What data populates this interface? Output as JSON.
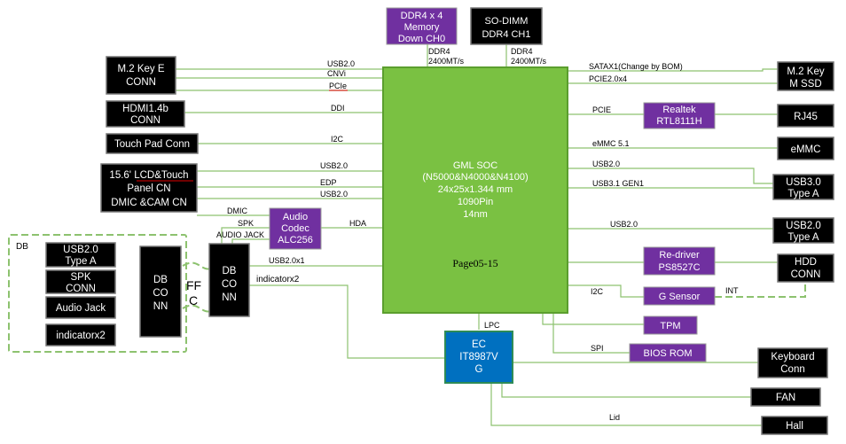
{
  "soc": {
    "title": "GML  SOC",
    "models": "(N5000&N4000&N4100)",
    "package": "24x25x1.344 mm",
    "pins": "1090Pin",
    "process": "14nm",
    "page": "Page05-15"
  },
  "memory": {
    "down_l1": "DDR4 x 4",
    "down_l2": "Memory",
    "down_l3": "Down CH0",
    "sodimm_l1": "SO-DIMM",
    "sodimm_l2": "DDR4 CH1",
    "bus_a_l1": "DDR4",
    "bus_a_l2": "2400MT/s",
    "bus_b_l1": "DDR4",
    "bus_b_l2": "2400MT/s"
  },
  "left": {
    "m2e_l1": "M.2 Key E",
    "m2e_l2": "CONN",
    "usb20": "USB2.0",
    "cnvi": "CNVi",
    "pcie": "PCIe",
    "hdmi_l1": "HDMI1.4b",
    "hdmi_l2": "CONN",
    "ddi": "DDI",
    "touchpad": "Touch Pad Conn",
    "i2c": "I2C",
    "lcd_l1a": "15.6' ",
    "lcd_l1b": "LCD&Touch",
    "lcd_l2": "Panel CN",
    "lcd_l3": "DMIC  &CAM CN",
    "lcd_usb_a": "USB2.0",
    "edp": "EDP",
    "lcd_usb_b": "USB2.0",
    "dmic": "DMIC",
    "spk": "SPK",
    "audio_jack_sig": "AUDIO JACK",
    "codec_l1": "Audio",
    "codec_l2": "Codec",
    "codec_l3": "ALC256",
    "hda": "HDA",
    "usb20x1": "USB2.0x1",
    "indicator_sig": "indicatorx2"
  },
  "db": {
    "label": "DB",
    "usb_l1": "USB2.0",
    "usb_l2": "Type A",
    "spk_l1": "SPK",
    "spk_l2": "CONN",
    "audio_jack": "Audio Jack",
    "indicator": "indicatorx2",
    "dbconn_l1": "DB",
    "dbconn_l2": "CO",
    "dbconn_l3": "NN",
    "ffc_l1": "FF",
    "ffc_l2": "C"
  },
  "right": {
    "sata": "SATAX1(Change by BOM)",
    "pcie2x4": "PCIE2.0x4",
    "m2m_l1": "M.2 Key",
    "m2m_l2": "M SSD",
    "pcie": "PCIE",
    "realtek_l1": "Realtek",
    "realtek_l2": "RTL8111H",
    "rj45": "RJ45",
    "emmc_sig": "eMMC 5.1",
    "emmc": "eMMC",
    "usb20_a": "USB2.0",
    "usb31": "USB3.1 GEN1",
    "usb3_l1": "USB3.0",
    "usb3_l2": "Type A",
    "usb20_b": "USB2.0",
    "usb2_l1": "USB2.0",
    "usb2_l2": "Type A",
    "redriver_l1": "Re-driver",
    "redriver_l2": "PS8527C",
    "hdd_l1": "HDD",
    "hdd_l2": "CONN",
    "i2c": "I2C",
    "gsensor": "G Sensor",
    "int": "INT",
    "tpm": "TPM",
    "spi": "SPI",
    "bios": "BIOS ROM"
  },
  "ec": {
    "lpc": "LPC",
    "l1": "EC",
    "l2": "IT8987V",
    "l3": "G",
    "keyboard_l1": "Keyboard",
    "keyboard_l2": "Conn",
    "fan": "FAN",
    "lid": "Lid",
    "hall": "Hall"
  }
}
